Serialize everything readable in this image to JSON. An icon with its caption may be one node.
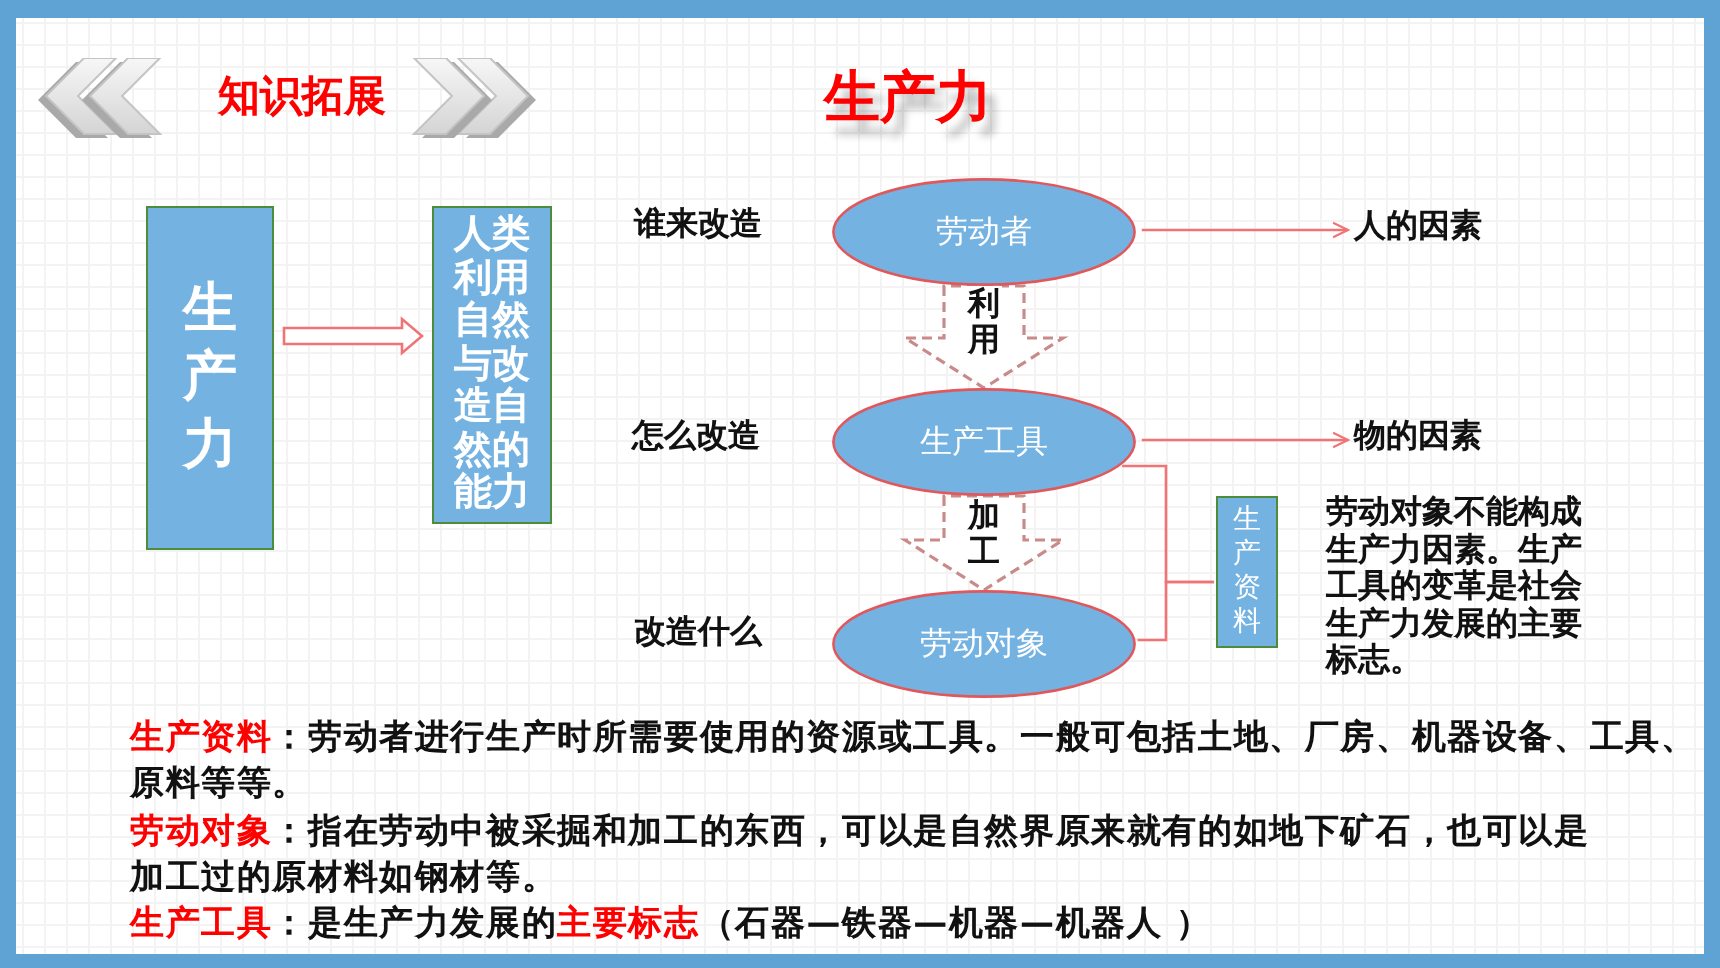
{
  "diagram": {
    "title": "生产力",
    "nodes": [
      {
        "text": [
          "生产力"
        ]
      },
      {
        "text": [
          "人类利用自然与改造自然的能力"
        ]
      },
      {
        "text": [
          "劳动者"
        ]
      },
      {
        "text": [
          "人的因素"
        ]
      },
      {
        "text": [
          "生产工具"
        ]
      },
      {
        "text": [
          "物的因素"
        ]
      },
      {
        "text": [
          "生产资料"
        ]
      },
      {
        "text": [
          "劳动对象"
        ]
      }
    ],
    "edges": [
      {
        "from": 0,
        "to": 1,
        "arrow": "to"
      },
      {
        "from": 2,
        "to": 3,
        "arrow": "to"
      },
      {
        "from": 2,
        "to": 4,
        "arrow": "to",
        "label": "利用",
        "style": "dashed",
        "color": "#c98a8a"
      },
      {
        "from": 4,
        "to": 5,
        "arrow": "to"
      },
      {
        "from": 4,
        "to": 6,
        "arrow": "none"
      },
      {
        "from": 4,
        "to": 7,
        "arrow": "to",
        "label": "加工",
        "style": "dashed",
        "color": "#c98a8a"
      },
      {
        "from": 7,
        "to": 6,
        "arrow": "none"
      }
    ],
    "labels": [
      "知识拓展",
      "谁来改造",
      "怎么改造",
      "劳动对象不能构成生产力因素。生产工具的变革是社会生产力发展的主要标志。",
      "改造什么",
      "**生产资料**：劳动者进行生产时所需要使用的资源或工具。一般可包括土地、厂房、机器设备、工具、原料等等。",
      "**劳动对象**：指在劳动中被采掘和加工的东西，可以是自然界原来就有的如地下矿石，也可以是加工过的原材料如钢材等。",
      "**生产工具**：是生产力发展的**主要标志**（石器—铁器—机器—机器人 ）"
    ]
  }
}
